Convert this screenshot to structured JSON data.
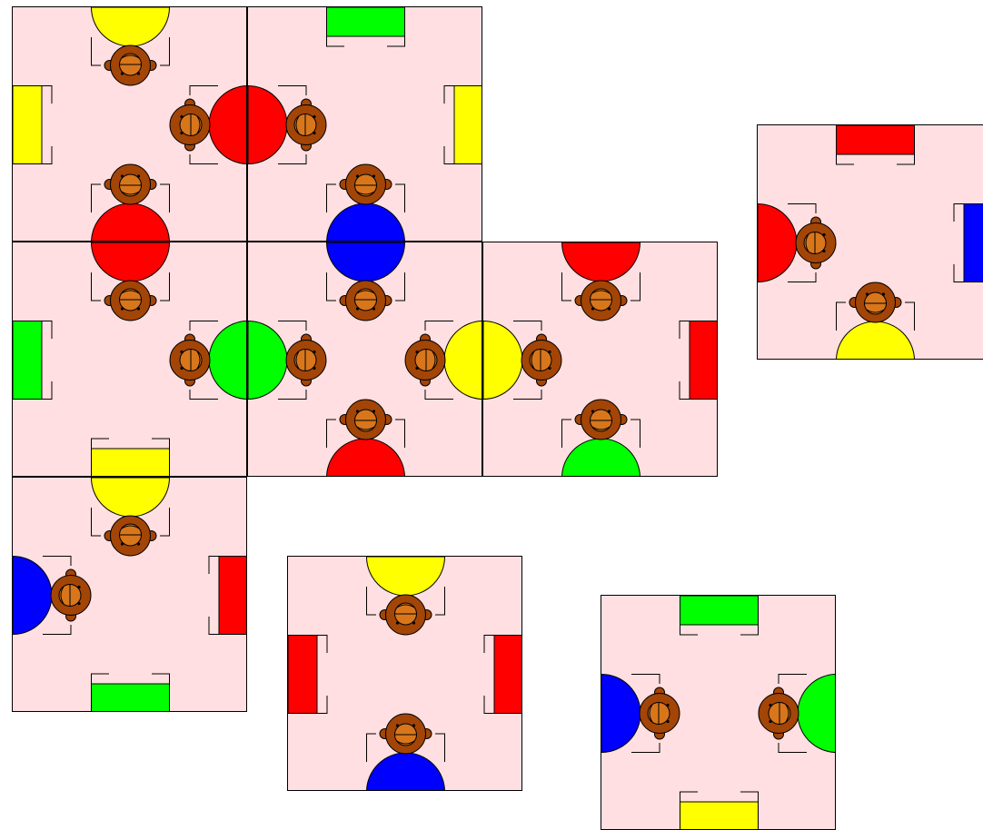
{
  "puzzle": {
    "type": "monkey-tile-matching",
    "colors": {
      "tile_background": "#ffdfe1",
      "red": "#ff0000",
      "yellow": "#ffff00",
      "green": "#00ff00",
      "blue": "#0000ff",
      "monkey_fur": "#a34506",
      "monkey_face": "#d8761c",
      "outline": "#000000"
    },
    "placed_tiles": [
      {
        "id": "placed-r0c0",
        "grid": [
          0,
          0
        ],
        "sides": {
          "top": "yellow-body",
          "right": "red-body",
          "bottom": "red-body",
          "left": "yellow-chair"
        }
      },
      {
        "id": "placed-r0c1",
        "grid": [
          0,
          1
        ],
        "sides": {
          "top": "green-chair",
          "right": "yellow-chair",
          "bottom": "blue-body",
          "left": "red-body"
        }
      },
      {
        "id": "placed-r1c0",
        "grid": [
          1,
          0
        ],
        "sides": {
          "top": "red-body",
          "right": "green-body",
          "bottom": "yellow-chair",
          "left": "green-chair"
        }
      },
      {
        "id": "placed-r1c1",
        "grid": [
          1,
          1
        ],
        "sides": {
          "top": "blue-body",
          "right": "yellow-body",
          "bottom": "red-body",
          "left": "green-body"
        }
      },
      {
        "id": "placed-r1c2",
        "grid": [
          1,
          2
        ],
        "sides": {
          "top": "red-body",
          "right": "red-chair",
          "bottom": "green-body",
          "left": "yellow-body"
        }
      },
      {
        "id": "placed-r2c0",
        "grid": [
          2,
          0
        ],
        "sides": {
          "top": "yellow-body",
          "right": "red-chair",
          "bottom": "green-chair",
          "left": "blue-body"
        }
      }
    ],
    "loose_tiles": [
      {
        "id": "loose-right",
        "sides": {
          "top": "red-chair",
          "right": "blue-chair",
          "bottom": "yellow-body",
          "left": "red-body"
        }
      },
      {
        "id": "loose-bottom-middle",
        "sides": {
          "top": "yellow-body",
          "right": "red-chair",
          "bottom": "blue-body",
          "left": "red-chair"
        }
      },
      {
        "id": "loose-bottom-right",
        "sides": {
          "top": "green-chair",
          "right": "green-body",
          "bottom": "yellow-chair",
          "left": "blue-body"
        }
      }
    ]
  }
}
